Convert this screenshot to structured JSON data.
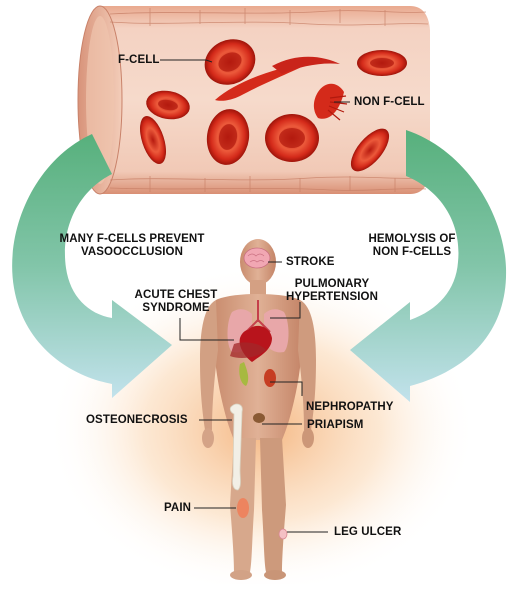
{
  "labels": {
    "f_cell": "F-CELL",
    "non_f_cell": "NON F-CELL",
    "many_f_cells": "MANY F-CELLS PREVENT\nVASOOCCLUSION",
    "hemolysis": "HEMOLYSIS OF\nNON F-CELLS",
    "stroke": "STROKE",
    "pulmonary_hypertension": "PULMONARY\nHYPERTENSION",
    "acute_chest_syndrome": "ACUTE CHEST\nSYNDROME",
    "nephropathy": "NEPHROPATHY",
    "osteonecrosis": "OSTEONECROSIS",
    "priapism": "PRIAPISM",
    "pain": "PAIN",
    "leg_ulcer": "LEG ULCER"
  },
  "colors": {
    "vessel_wall": "#e8b9a2",
    "vessel_inner": "#f2c9b5",
    "red_cell": "#d42a1a",
    "arrow_top": "#5bb27f",
    "arrow_bottom": "#bfe0ea",
    "body_skin": "#d9a98a",
    "glow": "#f6c79a"
  },
  "icons": [
    "blood-vessel",
    "red-blood-cell",
    "sickle-cell",
    "human-body",
    "brain",
    "lungs",
    "heart",
    "kidney",
    "femur"
  ]
}
